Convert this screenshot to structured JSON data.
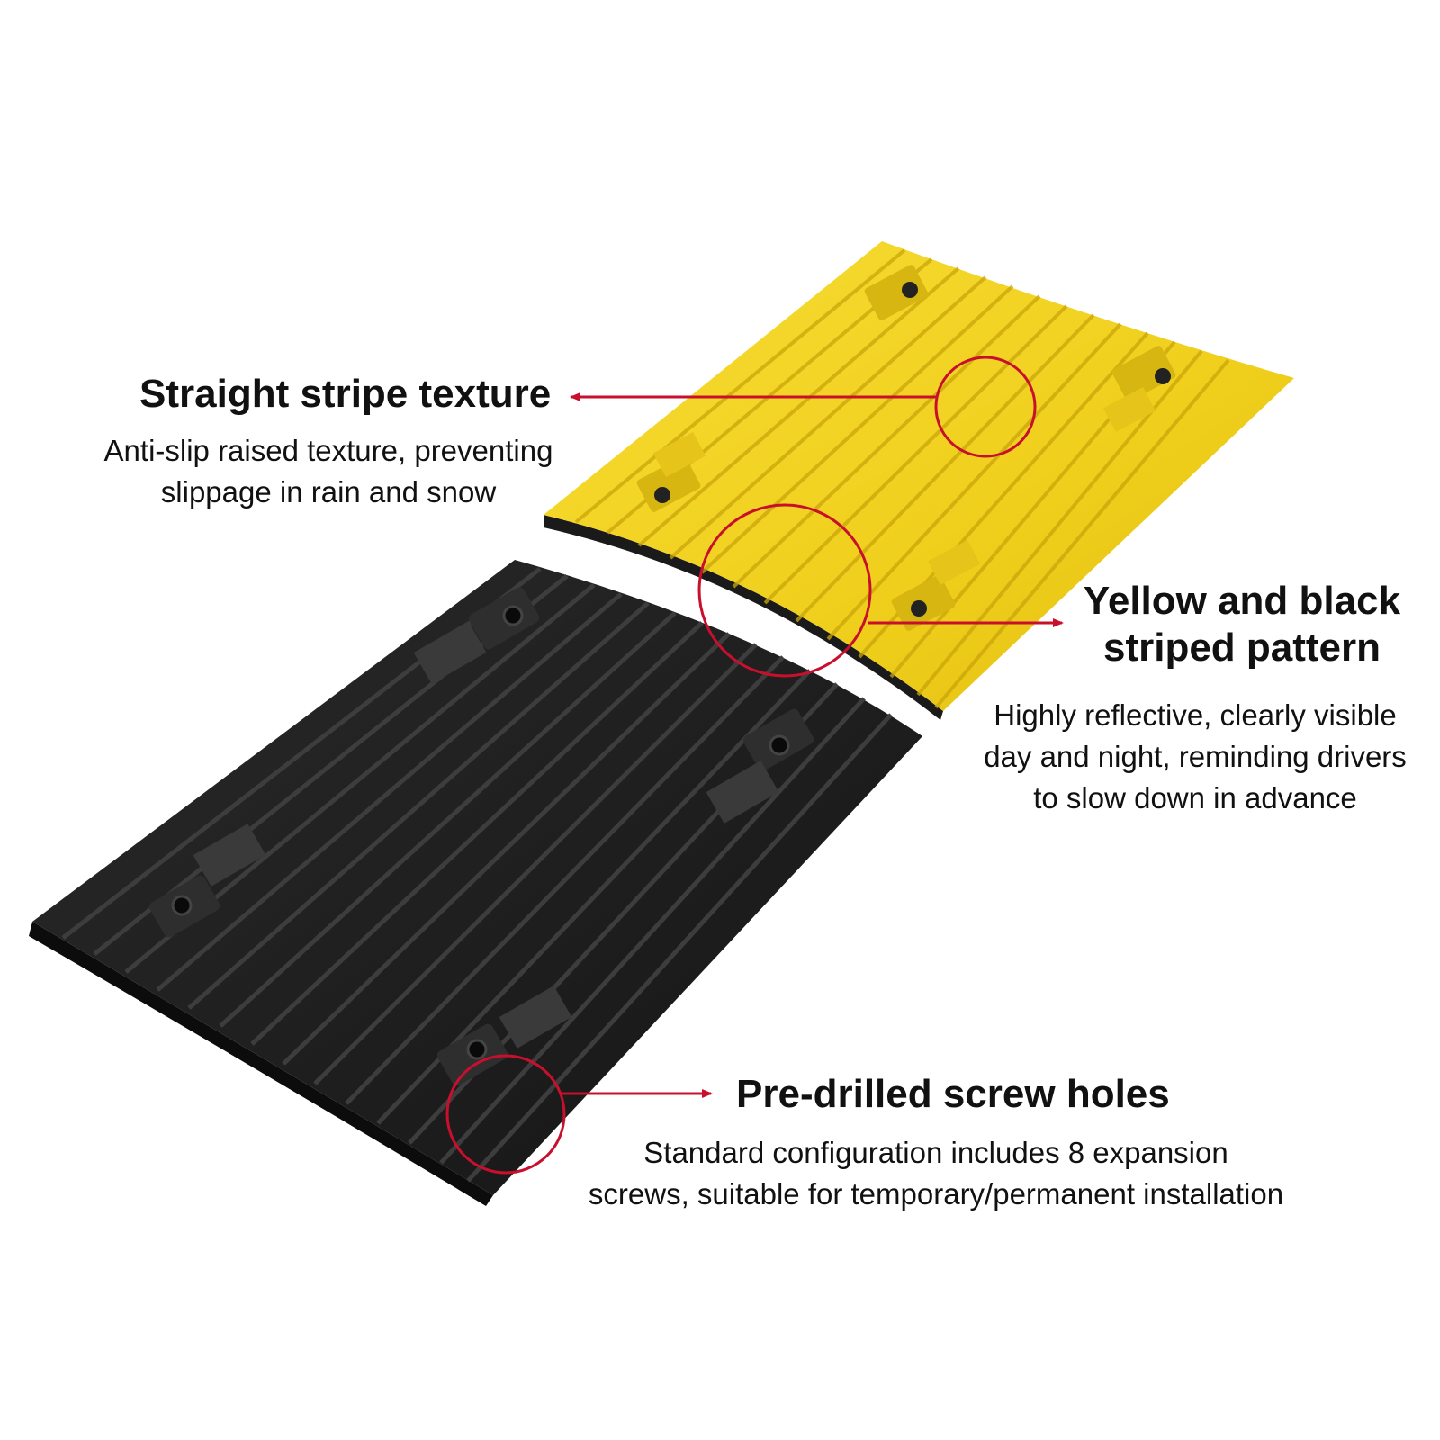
{
  "callouts": {
    "stripe": {
      "title": "Straight stripe texture",
      "desc_line1": "Anti-slip raised texture, preventing",
      "desc_line2": "slippage in rain and snow"
    },
    "pattern": {
      "title_line1": "Yellow and black",
      "title_line2": "striped pattern",
      "desc_line1": "Highly reflective, clearly visible",
      "desc_line2": "day and night, reminding drivers",
      "desc_line3": "to slow down in advance"
    },
    "holes": {
      "title": "Pre-drilled screw holes",
      "desc_line1": "Standard configuration includes 8 expansion",
      "desc_line2": "screws, suitable for temporary/permanent installation"
    }
  },
  "colors": {
    "yellow_ramp": "#f2d21e",
    "black_ramp": "#1c1c1c",
    "highlight_circle": "#c8102e",
    "pointer_arrow": "#c8102e"
  },
  "icons": {
    "marker": "circle-highlight",
    "pointer": "arrow-pointer"
  }
}
